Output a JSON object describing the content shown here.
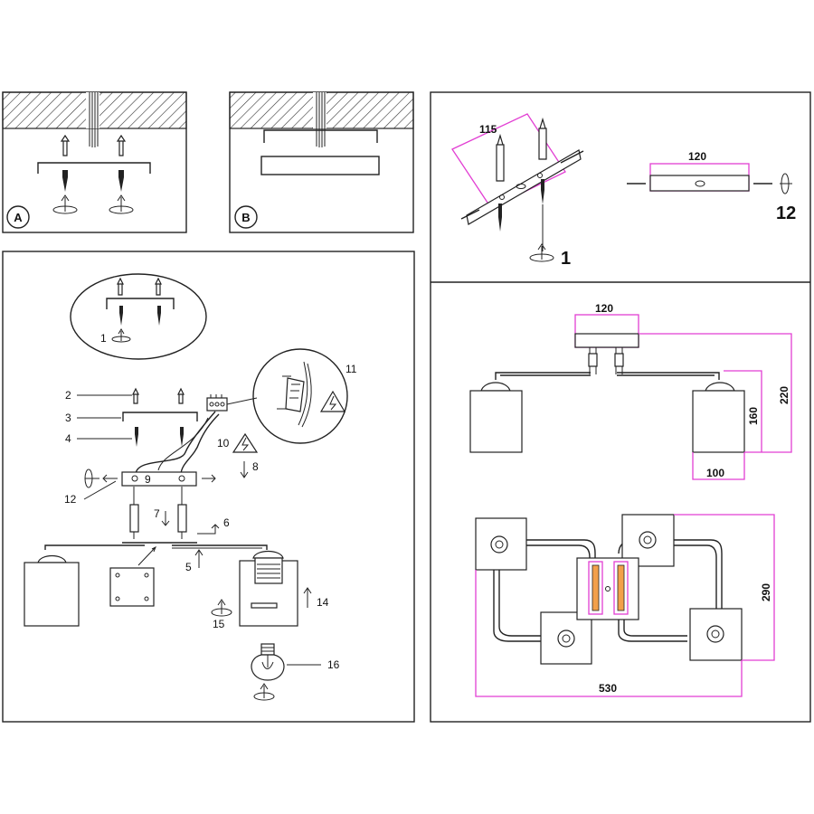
{
  "panel_a": {
    "letter": "A"
  },
  "panel_b": {
    "letter": "B"
  },
  "assembly_labels": [
    "1",
    "2",
    "3",
    "4",
    "5",
    "6",
    "7",
    "8",
    "9",
    "10",
    "11",
    "12",
    "14",
    "15",
    "16"
  ],
  "mounting_detail": {
    "dimension": "115",
    "bracket_dimension": "120",
    "label_left": "1",
    "label_right": "12"
  },
  "side_view": {
    "width_top": "120",
    "height_total": "220",
    "height_shade": "160",
    "shade_width": "100"
  },
  "top_view": {
    "depth": "290",
    "width": "530"
  },
  "colors": {
    "line": "#222222",
    "dimension": "#e23fd3",
    "background": "#ffffff"
  }
}
